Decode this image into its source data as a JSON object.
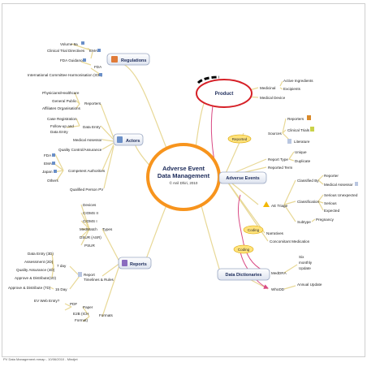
{
  "center": {
    "title_line1": "Adverse Event",
    "title_line2": "Data Management",
    "author": "© Anil Dhiri, 2010"
  },
  "branches": {
    "regulations": "Regulations",
    "product": "Product",
    "actors": "Actors",
    "adverse_events": "Adverse Events",
    "reports": "Reports",
    "data_dictionaries": "Data Dictionaries"
  },
  "connectors": {
    "reported": "Reported",
    "coding1": "Coding",
    "coding2": "Coding"
  },
  "regulations": {
    "volume9a": "Volume 9a",
    "clinical_trial_directives": "Clinical Trial Directives",
    "ema": "EMA",
    "fda_guidance": "FDA Guidance",
    "fda": "FDA",
    "ich": "International Committee Harmonisation (ICH)"
  },
  "product": {
    "medicinal": "Medicinal",
    "active_ingredients": "Active Ingredients",
    "excipients": "Excipients",
    "medical_device": "Medical Device"
  },
  "actors": {
    "physicians": "Physicians/Healthcare",
    "general_public": "General Public",
    "affiliates": "Affiliates Organisations",
    "reporters": "Reporters",
    "case_registration": "Case Registration",
    "follow_up": "Follow-up  and",
    "data_entry_line": "Data Entry",
    "data_entry": "Data Entry",
    "medical_assessor": "Medical Assessor",
    "qc": "Quality Control/Assurance",
    "fda": "FDA",
    "ema": "EMA",
    "japan": "Japan",
    "others": "Others",
    "competent_authorities": "Competent Authorities",
    "qppv": "Qualified Person PV"
  },
  "adverse_events": {
    "sources": "Sources",
    "reporters": "Reporters",
    "clinical_trials": "Clinical Trials",
    "literature": "Literature",
    "report_type": "Report Type",
    "unique": "Unique",
    "duplicate": "Duplicate",
    "reported_term": "Reported Term",
    "ae_triage": "AE Triage",
    "classified_by": "Classified By",
    "reporter": "Reporter",
    "medical_assessor": "Medical Assessor",
    "classification": "Classification",
    "serious_unexpected": "Serious Unexpected",
    "serious": "Serious",
    "expected": "Expected",
    "subtype": "Subtype",
    "pregnancy": "Pregnancy",
    "narratives": "Narratives",
    "concomitant": "Concomitant Medication"
  },
  "reports": {
    "devices": "Devices",
    "cioms2": "CIOMS II",
    "cioms1": "CIOMS I",
    "medwatch": "MedWatch",
    "dsur": "DSUR (ASR)",
    "psur": "PSUR",
    "types": "Types",
    "data_entry_3d": "Data Entry (3D)",
    "assessment_2d": "Assessment (2D)",
    "qa_4d": "Quality Assurance (4D)",
    "approve_1d": "Approve & Distribute(1D)",
    "approve_7d": "Approve & Distribute (7D)",
    "seven_day": "7 day",
    "fifteen_day": "15 Day",
    "timelines_1": "Report",
    "timelines_2": "Timelines & Rules",
    "ev_web": "EV Web Entry?",
    "pdf": "PDF",
    "paper": "Paper",
    "e2b_1": "E2B",
    "e2b_2": "(ICH",
    "e2b_3": "Format)",
    "formats": "Formats"
  },
  "dictionaries": {
    "meddra": "MedDRA",
    "six_monthly_1": "Six",
    "six_monthly_2": "monthly",
    "six_monthly_3": "Update",
    "whodd": "WhoDD",
    "annual": "Annual Update"
  },
  "footer": "PV Data Management.mmap - 10/06/2010 - Mindjet",
  "colors": {
    "center_ring": "#f7941d",
    "connector_fill": "#ffe27a",
    "connector_stroke": "#d9a400",
    "product_ring": "#d62027",
    "line": "#e8d896",
    "arrow": "#d94a84",
    "topic_fill": "#eef1f7",
    "topic_stroke": "#9aa7c2"
  }
}
